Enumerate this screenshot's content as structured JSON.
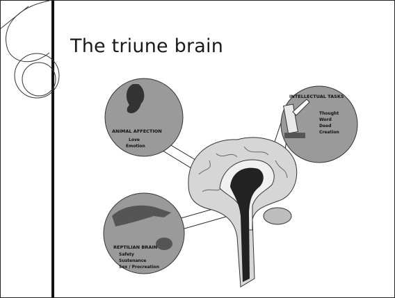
{
  "slide": {
    "title": "The triune brain"
  },
  "diagram": {
    "animal": {
      "heading": "ANIMAL AFFECTION",
      "items": [
        "Love",
        "Emotion"
      ]
    },
    "intellectual": {
      "heading": "INTELLECTUAL TASKS",
      "items": [
        "Thought",
        "Word",
        "Deed",
        "Creation"
      ]
    },
    "reptilian": {
      "heading": "REPTILIAN BRAIN",
      "items": [
        "Safety",
        "Sustenance",
        "Sex / Procreation"
      ]
    }
  },
  "colors": {
    "circle_fill": "#9a9a9a",
    "brain_fill": "#d6d6d6",
    "core_fill": "#222222",
    "accent_bar": "#111111"
  }
}
